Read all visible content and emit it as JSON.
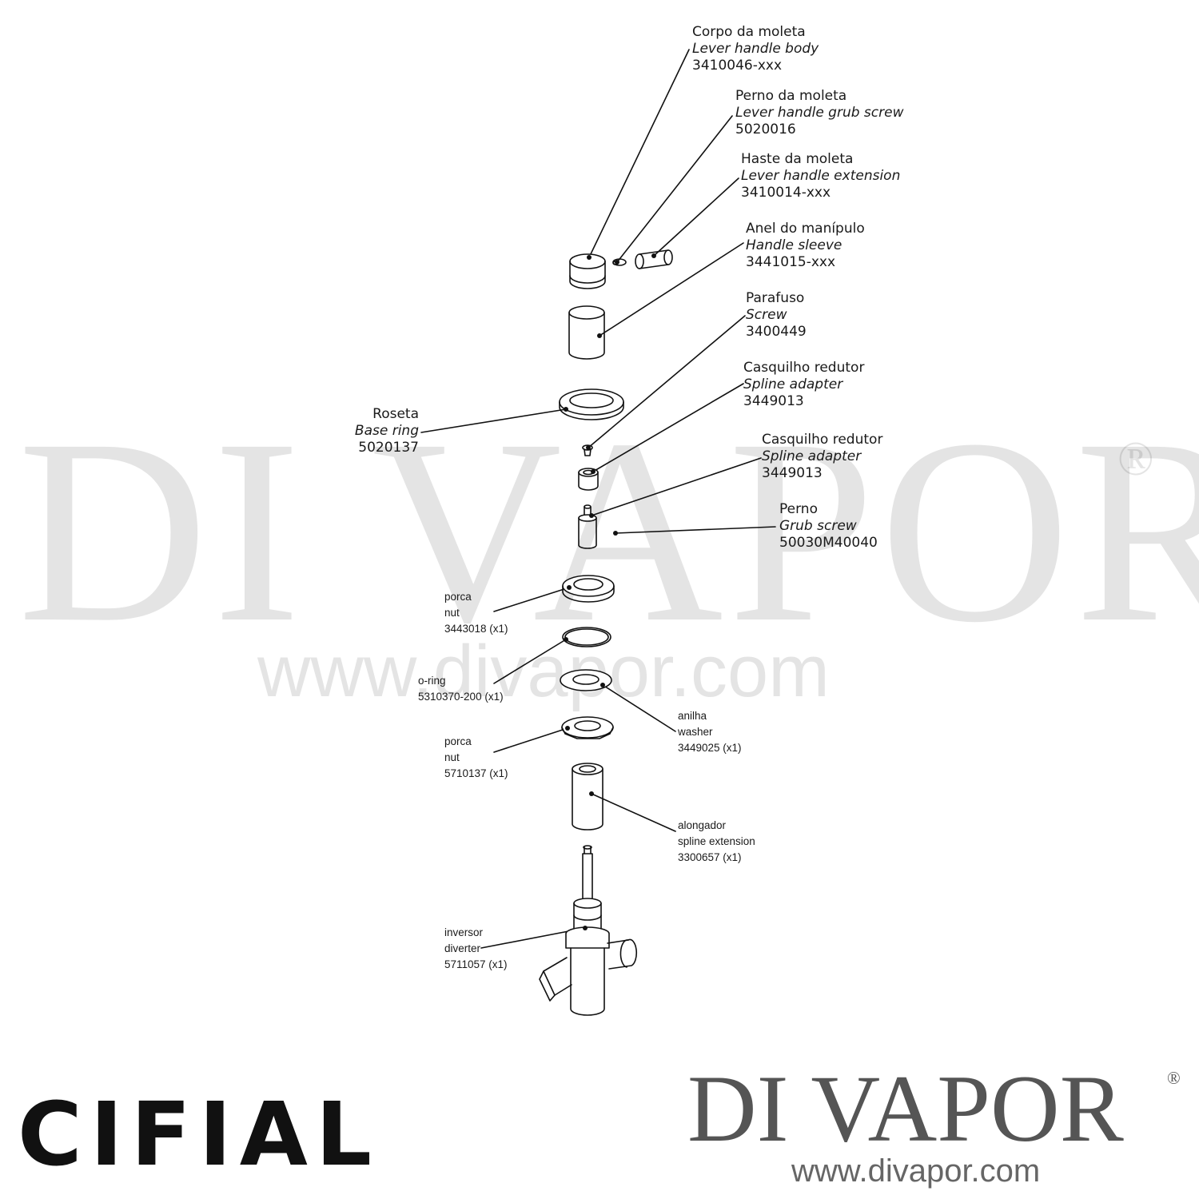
{
  "watermark": {
    "text": "DI VAPOR",
    "reg": "®",
    "url": "www.divapor.com"
  },
  "brand": {
    "cifial": "CIFIAL",
    "divapor": "DI VAPOR",
    "reg": "®",
    "url": "www.divapor.com"
  },
  "parts": {
    "lever_body": {
      "pt": "Corpo da moleta",
      "en": "Lever handle body",
      "code": "3410046-xxx"
    },
    "grub_screw": {
      "pt": "Perno da moleta",
      "en": "Lever handle grub screw",
      "code": "5020016"
    },
    "lever_extension": {
      "pt": "Haste da moleta",
      "en": "Lever handle extension",
      "code": "3410014-xxx"
    },
    "handle_sleeve": {
      "pt": "Anel do manípulo",
      "en": "Handle sleeve",
      "code": "3441015-xxx"
    },
    "screw": {
      "pt": "Parafuso",
      "en": "Screw",
      "code": "3400449"
    },
    "spline_adapter_1": {
      "pt": "Casquilho redutor",
      "en": "Spline adapter",
      "code": "3449013"
    },
    "base_ring": {
      "pt": "Roseta",
      "en": "Base ring",
      "code": "5020137"
    },
    "spline_adapter_2": {
      "pt": "Casquilho redutor",
      "en": "Spline adapter",
      "code": "3449013"
    },
    "perno": {
      "pt": "Perno",
      "en": "Grub screw",
      "code": "50030M40040"
    },
    "nut_1": {
      "pt": "porca",
      "en": "nut",
      "code": "3443018 (x1)"
    },
    "o_ring": {
      "pt": "o-ring",
      "code": "5310370-200 (x1)"
    },
    "washer": {
      "pt": "anilha",
      "en": "washer",
      "code": "3449025 (x1)"
    },
    "nut_2": {
      "pt": "porca",
      "en": "nut",
      "code": "5710137 (x1)"
    },
    "spline_ext": {
      "pt": "alongador",
      "en": "spline extension",
      "code": "3300657 (x1)"
    },
    "diverter": {
      "pt": "inversor",
      "en": "diverter",
      "code": "5711057 (x1)"
    }
  }
}
